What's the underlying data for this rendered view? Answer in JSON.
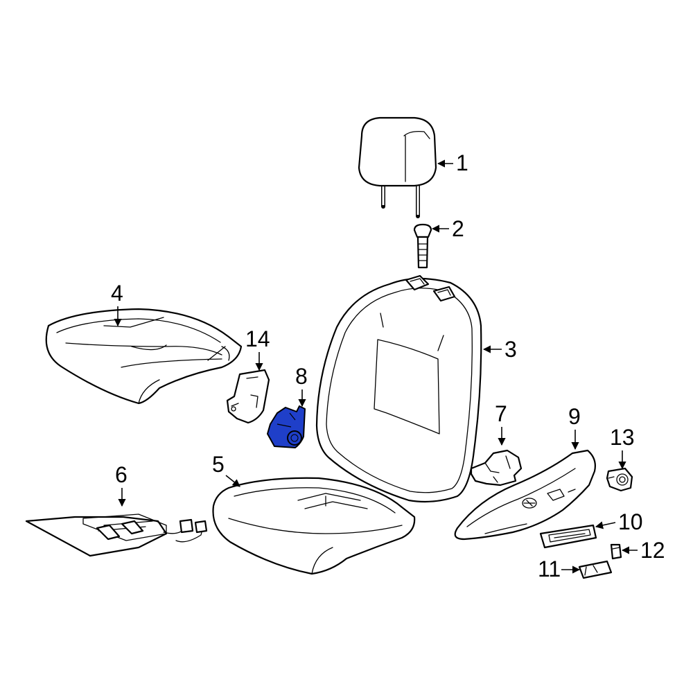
{
  "colors": {
    "highlight": "#1f3fc9",
    "line": "#000000",
    "background": "#ffffff"
  },
  "callouts": {
    "c1": "1",
    "c2": "2",
    "c3": "3",
    "c4": "4",
    "c5": "5",
    "c6": "6",
    "c7": "7",
    "c8": "8",
    "c9": "9",
    "c10": "10",
    "c11": "11",
    "c12": "12",
    "c13": "13",
    "c14": "14"
  }
}
